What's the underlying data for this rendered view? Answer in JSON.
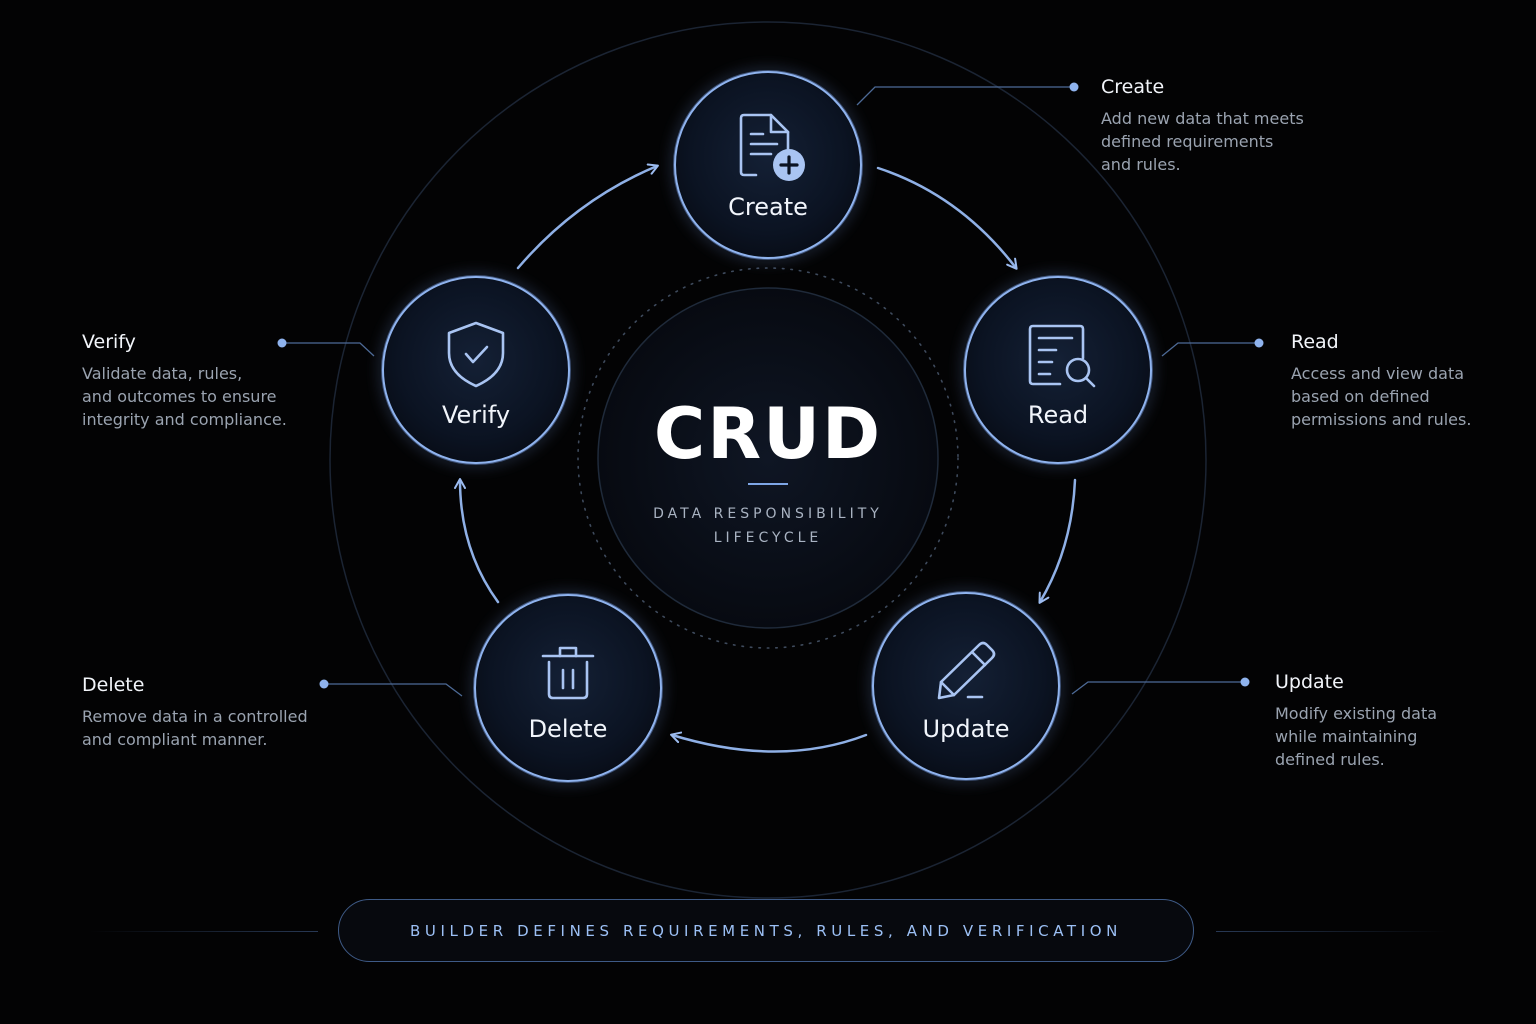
{
  "center": {
    "title": "CRUD",
    "subtitle_line1": "DATA RESPONSIBILITY",
    "subtitle_line2": "LIFECYCLE"
  },
  "nodes": [
    {
      "id": "create",
      "label": "Create",
      "icon": "document-plus-icon"
    },
    {
      "id": "read",
      "label": "Read",
      "icon": "document-search-icon"
    },
    {
      "id": "update",
      "label": "Update",
      "icon": "pencil-icon"
    },
    {
      "id": "delete",
      "label": "Delete",
      "icon": "trash-icon"
    },
    {
      "id": "verify",
      "label": "Verify",
      "icon": "shield-check-icon"
    }
  ],
  "descriptions": {
    "create": {
      "title": "Create",
      "text": "Add new data that meets\ndefined requirements\nand rules."
    },
    "read": {
      "title": "Read",
      "text": "Access and view data\nbased on defined\npermissions and rules."
    },
    "update": {
      "title": "Update",
      "text": "Modify existing data\nwhile maintaining\ndefined rules."
    },
    "delete": {
      "title": "Delete",
      "text": "Remove data in a controlled\nand compliant manner."
    },
    "verify": {
      "title": "Verify",
      "text": "Validate data, rules,\nand outcomes to ensure\nintegrity and compliance."
    }
  },
  "footer": {
    "text": "BUILDER DEFINES REQUIREMENTS, RULES, AND VERIFICATION"
  },
  "colors": {
    "background": "#030304",
    "accent": "#7ea6e6",
    "node_fill": "#0b1220",
    "node_stroke": "#8fb3ee"
  }
}
